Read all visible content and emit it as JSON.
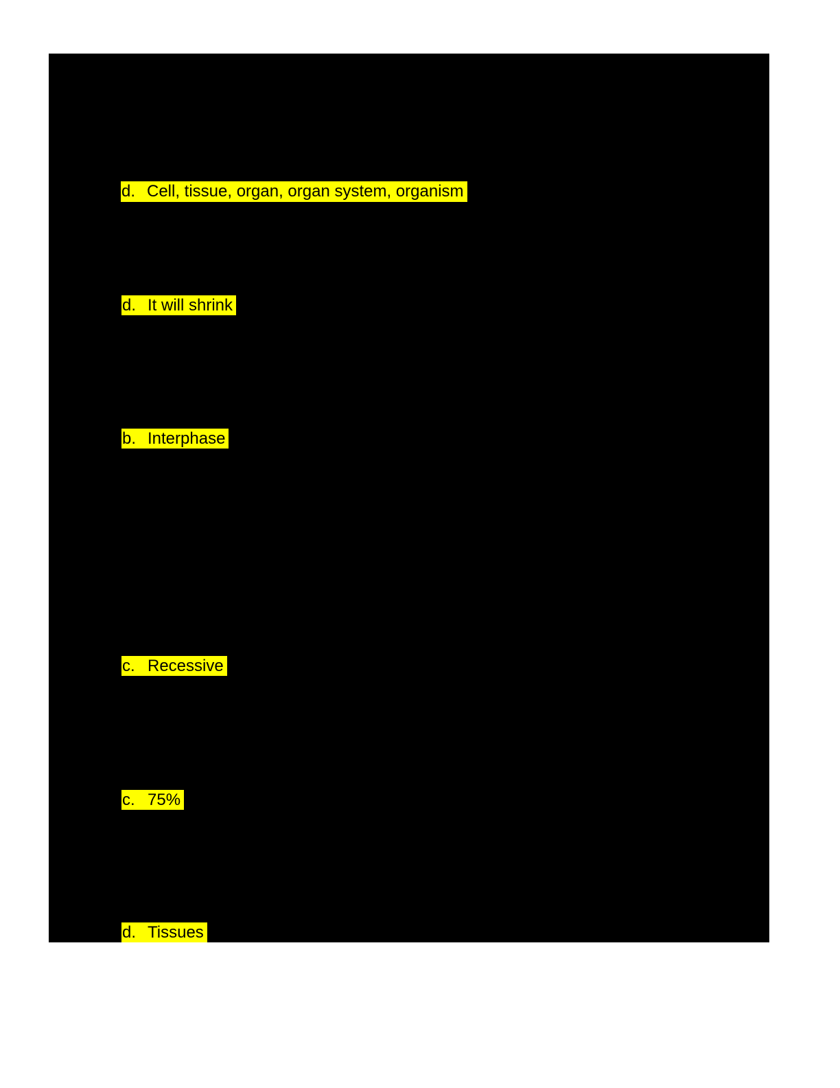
{
  "document": {
    "highlight_color": "#ffff00",
    "text_color": "#000000",
    "redaction_color": "#000000",
    "page_background": "#ffffff",
    "answers": [
      {
        "marker": "d.",
        "text": "Cell, tissue, organ, organ system, organism"
      },
      {
        "marker": "d.",
        "text": "It will shrink"
      },
      {
        "marker": "b.",
        "text": "Interphase"
      },
      {
        "marker": "c.",
        "text": "Recessive"
      },
      {
        "marker": "c.",
        "text": "75%"
      },
      {
        "marker": "d.",
        "text": "Tissues"
      }
    ]
  }
}
